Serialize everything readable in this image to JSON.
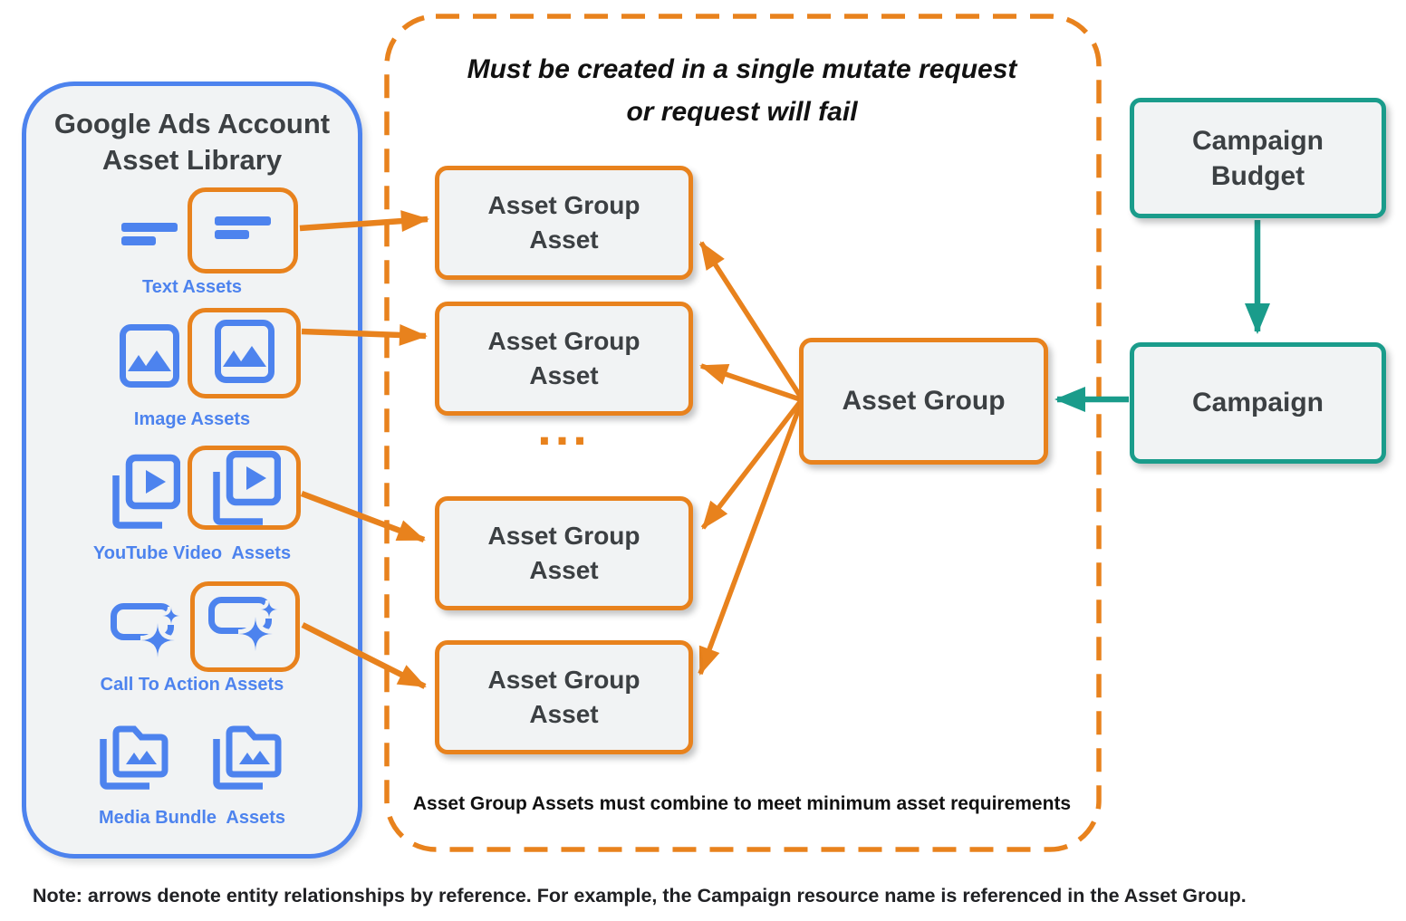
{
  "colors": {
    "blue": "#4d83ee",
    "orange": "#e8821d",
    "teal": "#1a9c8b",
    "node_fill": "#f1f3f4",
    "dark_text": "#3c4043",
    "black_text": "#111111"
  },
  "library": {
    "title_line1": "Google Ads Account",
    "title_line2": "Asset Library",
    "items": [
      {
        "label": "Text Assets",
        "icon": "text-asset-icon"
      },
      {
        "label": "Image Assets",
        "icon": "image-asset-icon"
      },
      {
        "label": "YouTube Video  Assets",
        "icon": "youtube-video-asset-icon"
      },
      {
        "label": "Call To Action Assets",
        "icon": "call-to-action-asset-icon"
      },
      {
        "label": "Media Bundle  Assets",
        "icon": "media-bundle-asset-icon"
      }
    ]
  },
  "mutate_note": {
    "title_line1": "Must be created in a single mutate request",
    "title_line2": "or request will fail",
    "ellipsis": "...",
    "footnote": "Asset Group Assets must combine to meet minimum asset requirements"
  },
  "boxes": {
    "asset_group_asset": "Asset Group Asset",
    "asset_group": "Asset Group",
    "campaign_budget": "Campaign Budget",
    "campaign": "Campaign"
  },
  "note": "Note: arrows denote entity relationships by reference. For example, the Campaign resource name is referenced in the Asset Group."
}
